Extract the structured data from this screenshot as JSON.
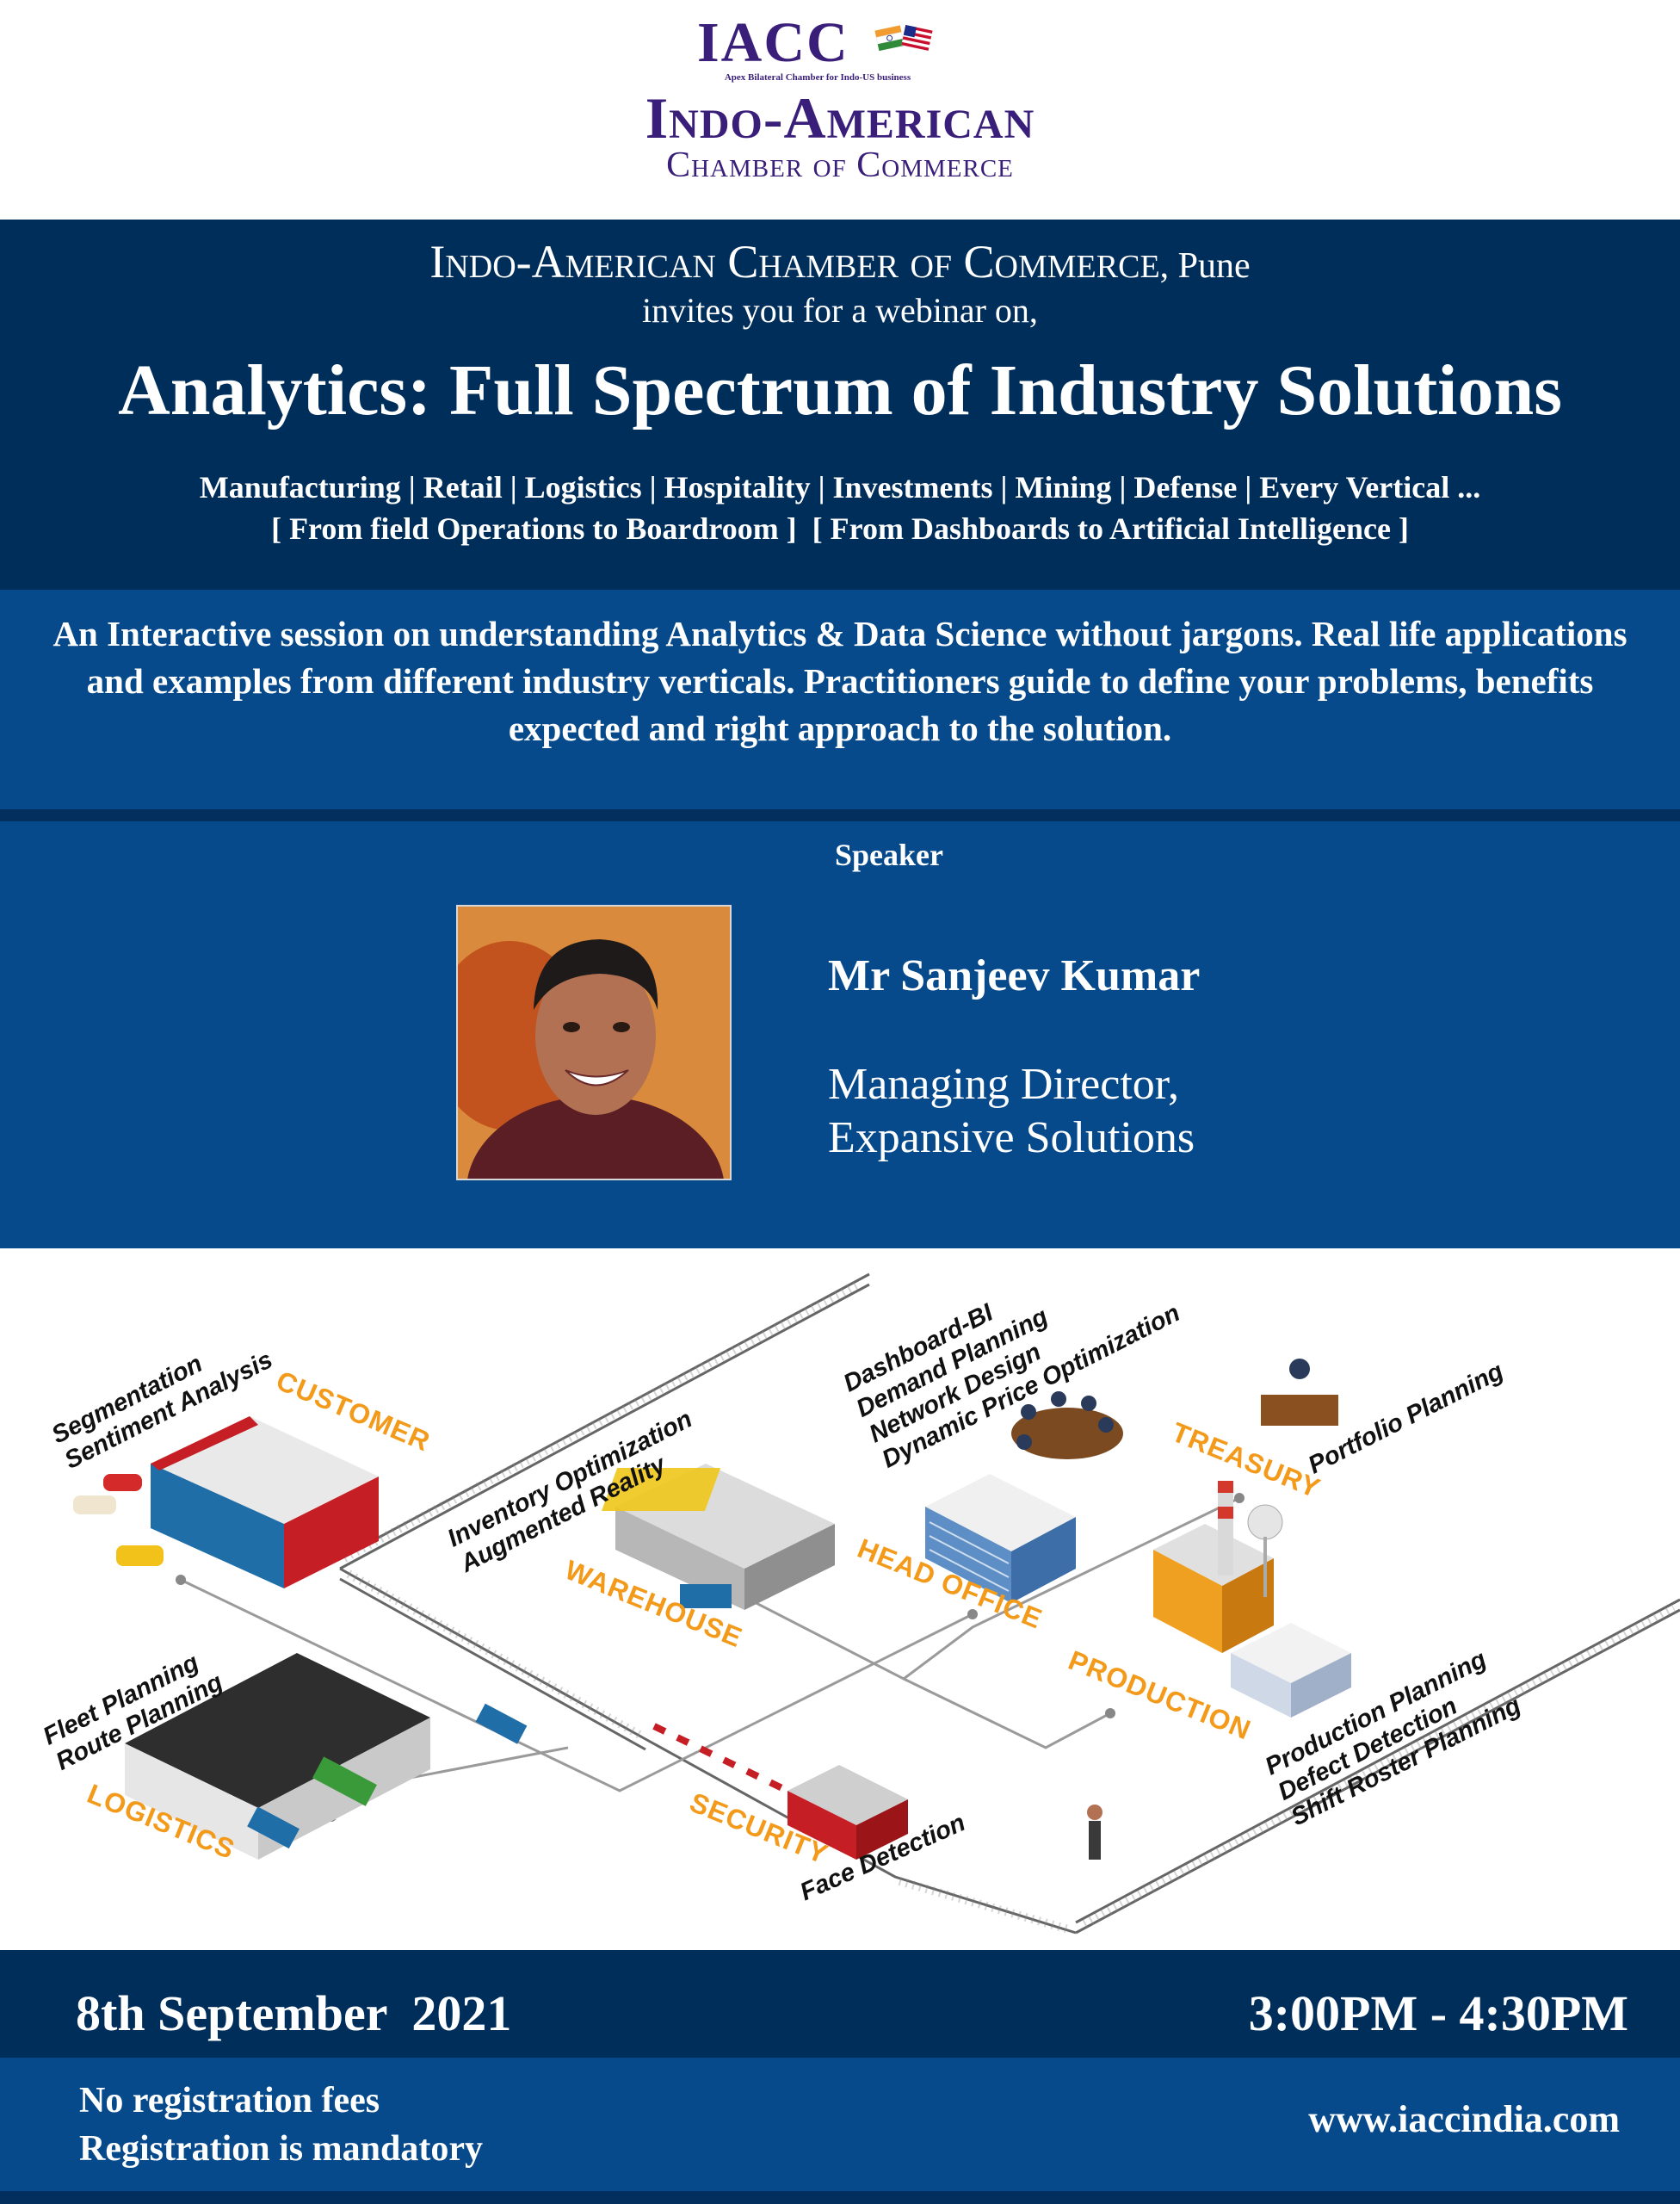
{
  "logo": {
    "acronym": "IACC",
    "tagline": "Apex Bilateral Chamber for Indo-US business",
    "line1": "Indo-American",
    "line2": "Chamber of Commerce"
  },
  "invite": {
    "org": "Indo-American Chamber of Commerce",
    "city": ", Pune",
    "line2": "invites you for a webinar on,"
  },
  "title": "Analytics: Full Spectrum of Industry Solutions",
  "sectors": "Manufacturing | Retail | Logistics | Hospitality | Investments | Mining | Defense | Every Vertical ...",
  "scope": "[ From field Operations to Boardroom ]  [ From Dashboards to Artificial Intelligence ]",
  "description": "An Interactive session on understanding Analytics & Data Science without jargons. Real life applications and examples from different industry verticals. Practitioners guide to define your problems, benefits expected and right approach to the solution.",
  "speaker": {
    "label": "Speaker",
    "name": "Mr Sanjeev Kumar",
    "role1": "Managing Director,",
    "role2": "Expansive Solutions"
  },
  "illustration": {
    "customer": {
      "category": "CUSTOMER",
      "items": [
        "Segmentation",
        "Sentiment Analysis"
      ]
    },
    "warehouse": {
      "category": "WAREHOUSE",
      "items": [
        "Inventory Optimization",
        "Augmented Reality"
      ]
    },
    "head_office": {
      "category": "HEAD OFFICE",
      "items": [
        "Dashboard-BI",
        "Demand Planning",
        "Network Design",
        "Dynamic Price Optimization"
      ]
    },
    "treasury": {
      "category": "TREASURY",
      "items": [
        "Portfolio Planning"
      ]
    },
    "logistics": {
      "category": "LOGISTICS",
      "items": [
        "Fleet Planning",
        "Route Planning"
      ]
    },
    "security": {
      "category": "SECURITY",
      "items": [
        "Face Detection"
      ]
    },
    "production": {
      "category": "PRODUCTION",
      "items": [
        "Production Planning",
        "Defect Detection",
        "Shift Roster Planning"
      ]
    }
  },
  "event": {
    "date": "8th September  2021",
    "time": "3:00PM - 4:30PM"
  },
  "registration": {
    "line1": "No registration fees",
    "line2": "Registration is mandatory",
    "website": "www.iaccindia.com"
  },
  "colors": {
    "dark_navy": "#002e5b",
    "mid_blue": "#064a8c",
    "logo_purple": "#3a1f7a",
    "category_orange": "#f39a1a"
  }
}
